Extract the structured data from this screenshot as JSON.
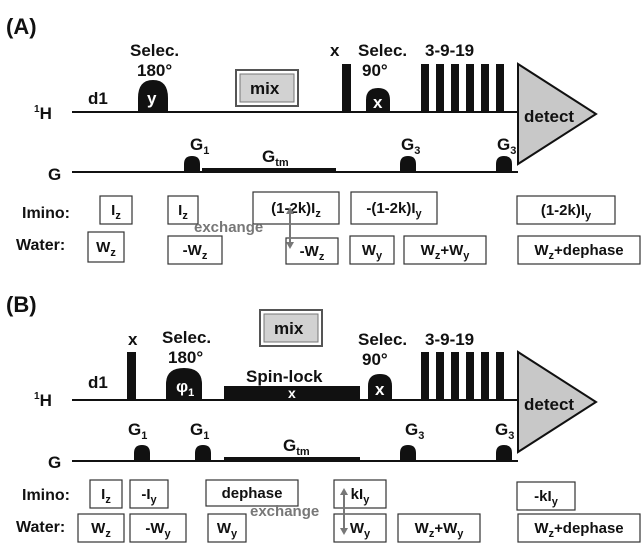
{
  "colors": {
    "pulse": "#111111",
    "gray_shape": "#c8c8c8",
    "mix_box": "#d2d2d2",
    "exchange_text": "#777777",
    "box_border": "#333333"
  },
  "panel_a": {
    "label": "(A)",
    "d1": "d1",
    "h_label": "H",
    "h_sup": "1",
    "g_label": "G",
    "selec_180": [
      "Selec.",
      "180°"
    ],
    "pulse_y": "y",
    "mix": "mix",
    "x_label": "x",
    "selec_90": [
      "Selec.",
      "90°"
    ],
    "pulse_x": "x",
    "train": "3-9-19",
    "detect": "detect",
    "g1": {
      "main": "G",
      "sub": "1"
    },
    "gtm": {
      "main": "G",
      "sub": "tm"
    },
    "g3a": {
      "main": "G",
      "sub": "3"
    },
    "g3b": {
      "main": "G",
      "sub": "3"
    },
    "imino_label": "Imino:",
    "water_label": "Water:",
    "exchange": "exchange",
    "imino_boxes": [
      {
        "main": "I",
        "sub": "z"
      },
      {
        "main": "I",
        "sub": "z"
      },
      {
        "main": "(1-2k)I",
        "sub": "z"
      },
      {
        "main": "-(1-2k)I",
        "sub": "y"
      },
      {
        "main": "(1-2k)I",
        "sub": "y"
      }
    ],
    "water_boxes": [
      {
        "main": "W",
        "sub": "z"
      },
      {
        "main": "-W",
        "sub": "z"
      },
      {
        "main": "-W",
        "sub": "z"
      },
      {
        "main": "W",
        "sub": "y"
      },
      {
        "main": "W",
        "sub": "z",
        "rest": "+W",
        "sub2": "y"
      },
      {
        "main": "W",
        "sub": "z",
        "rest": "+dephase"
      }
    ]
  },
  "panel_b": {
    "label": "(B)",
    "d1": "d1",
    "h_label": "H",
    "h_sup": "1",
    "g_label": "G",
    "x_label": "x",
    "selec_180": [
      "Selec.",
      "180°"
    ],
    "phi": {
      "main": "φ",
      "sub": "1"
    },
    "mix": "mix",
    "spinlock": "Spin-lock",
    "spinlock_x": "x",
    "selec_90": [
      "Selec.",
      "90°"
    ],
    "pulse_x": "x",
    "train": "3-9-19",
    "detect": "detect",
    "g1a": {
      "main": "G",
      "sub": "1"
    },
    "g1b": {
      "main": "G",
      "sub": "1"
    },
    "gtm": {
      "main": "G",
      "sub": "tm"
    },
    "g3a": {
      "main": "G",
      "sub": "3"
    },
    "g3b": {
      "main": "G",
      "sub": "3"
    },
    "imino_label": "Imino:",
    "water_label": "Water:",
    "exchange": "exchange",
    "imino_boxes": [
      {
        "main": "I",
        "sub": "z"
      },
      {
        "main": "-I",
        "sub": "y"
      },
      {
        "main": "dephase"
      },
      {
        "main": "kI",
        "sub": "y"
      },
      {
        "main": "-kI",
        "sub": "y"
      }
    ],
    "water_boxes": [
      {
        "main": "W",
        "sub": "z"
      },
      {
        "main": "-W",
        "sub": "y"
      },
      {
        "main": "W",
        "sub": "y"
      },
      {
        "main": "W",
        "sub": "y"
      },
      {
        "main": "W",
        "sub": "z",
        "rest": "+W",
        "sub2": "y"
      },
      {
        "main": "W",
        "sub": "z",
        "rest": "+dephase"
      }
    ]
  }
}
